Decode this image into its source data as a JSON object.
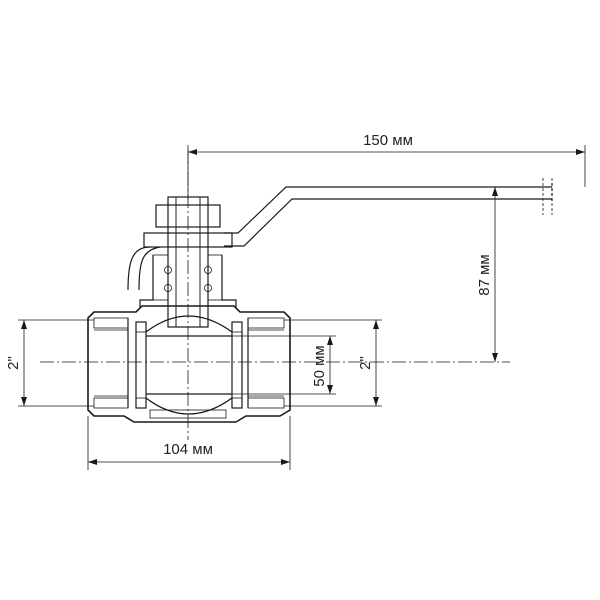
{
  "dimensions": {
    "handle_length": "150 мм",
    "stem_height": "87 мм",
    "body_length": "104 мм",
    "bore_diameter": "50 мм",
    "thread_left": "2\"",
    "thread_right": "2\""
  },
  "colors": {
    "line": "#1a1a1a",
    "background": "#ffffff"
  }
}
